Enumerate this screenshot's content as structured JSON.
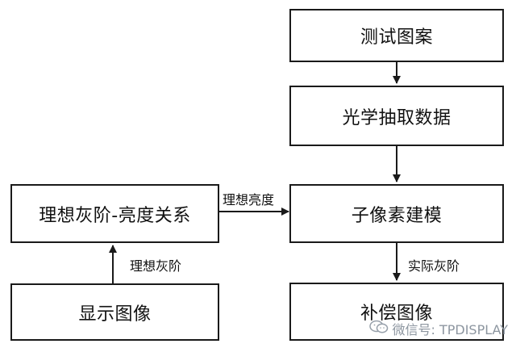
{
  "nodes": {
    "test_pattern": "测试图案",
    "optical_extract": "光学抽取数据",
    "subpixel_model": "子像素建模",
    "compensate_image": "补偿图像",
    "ideal_relation": "理想灰阶-亮度关系",
    "display_image": "显示图像"
  },
  "edges": {
    "ideal_luminance": "理想亮度",
    "actual_gray": "实际灰阶",
    "ideal_gray": "理想灰阶"
  },
  "watermark": {
    "text": "微信号: TPDISPLAY",
    "icon": "wechat-icon"
  }
}
